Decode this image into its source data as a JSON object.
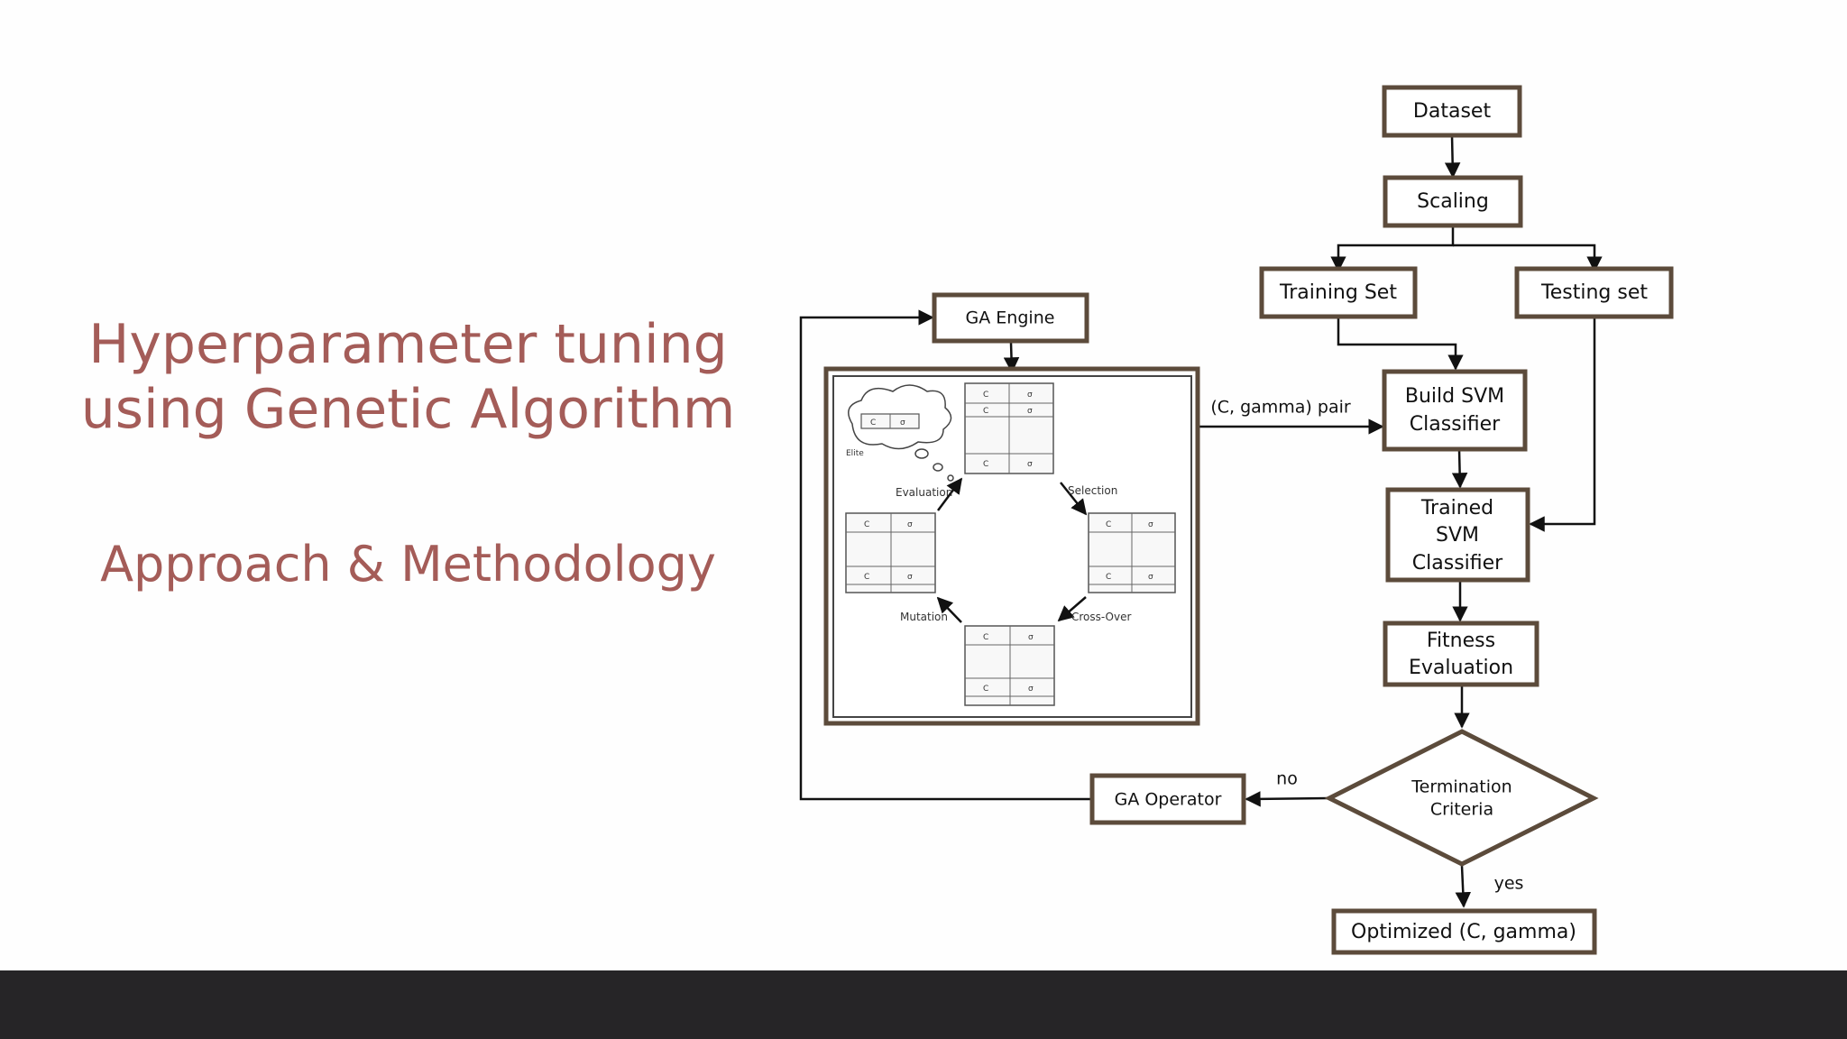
{
  "slide": {
    "title": "Hyperparameter tuning using Genetic Algorithm",
    "subtitle": "Approach & Methodology"
  },
  "flowchart": {
    "dataset": "Dataset",
    "scaling": "Scaling",
    "training_set": "Training Set",
    "testing_set": "Testing set",
    "ga_engine": "GA Engine",
    "pair_label": "(C, gamma) pair",
    "build_svm": [
      "Build SVM",
      "Classifier"
    ],
    "trained_svm": [
      "Trained",
      "SVM",
      "Classifier"
    ],
    "fitness": [
      "Fitness",
      "Evaluation"
    ],
    "termination": [
      "Termination",
      "Criteria"
    ],
    "ga_operator": "GA Operator",
    "no_label": "no",
    "yes_label": "yes",
    "optimized": "Optimized (C, gamma)"
  },
  "ga_cycle": {
    "elite": "Elite",
    "evaluation": "Evaluation",
    "selection": "Selection",
    "crossover": "Cross-Over",
    "mutation": "Mutation"
  },
  "colors": {
    "title": "#a45c58",
    "box_border": "#5c4b3b",
    "footer": "#262527"
  }
}
